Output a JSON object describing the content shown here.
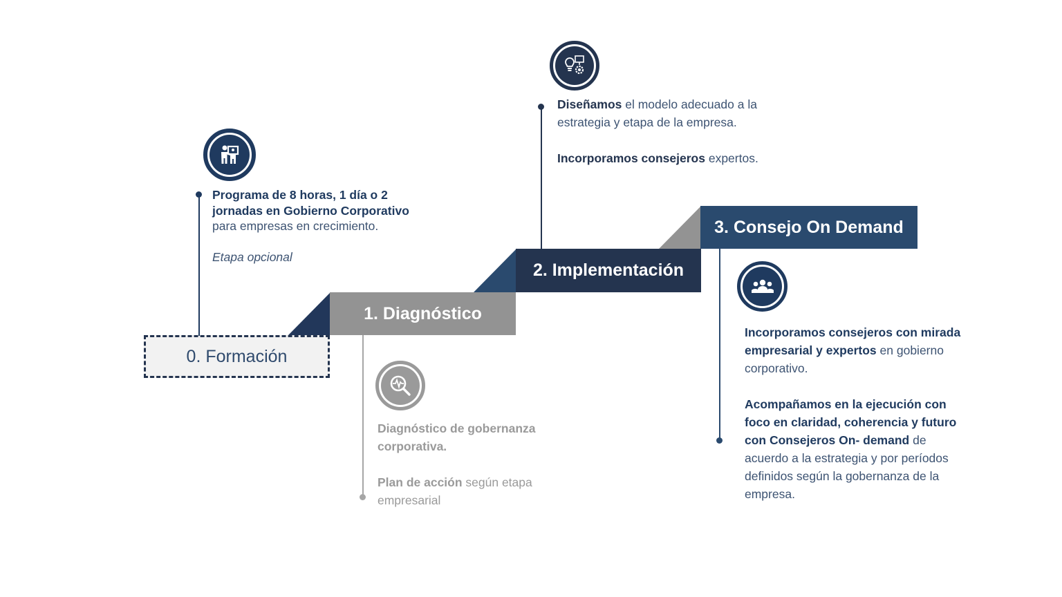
{
  "colors": {
    "navy": "#1f3a5f",
    "navy_dark": "#24344f",
    "steel": "#2a4a6e",
    "gray_box": "#939393",
    "gray_text": "#9a9a9a",
    "dashed_fill": "#f2f2f2",
    "body_text": "#3d5372"
  },
  "steps": [
    {
      "label": "0. Formación",
      "style": "dashed-outline"
    },
    {
      "label": "1. Diagnóstico",
      "style": "gray"
    },
    {
      "label": "2. Implementación",
      "style": "navy-dark"
    },
    {
      "label": "3. Consejo On Demand",
      "style": "steel-blue"
    }
  ],
  "icons": {
    "formacion": "presenter-board-icon",
    "diagnostico": "magnifier-pulse-icon",
    "implementacion": "lightbulb-gear-icon",
    "consejo": "team-group-icon"
  },
  "formacion": {
    "bold": "Programa de 8 horas, 1 día o 2 jornadas en Gobierno Corporativo",
    "rest": " para empresas en crecimiento.",
    "italic": "Etapa opcional"
  },
  "diagnostico": {
    "p1_bold": "Diagnóstico de gobernanza corporativa.",
    "p2_bold": "Plan de acción",
    "p2_rest": " según etapa empresarial"
  },
  "implementacion": {
    "p1_bold": "Diseñamos",
    "p1_rest": " el modelo adecuado a la estrategia y etapa de la empresa.",
    "p2_bold": "Incorporamos consejeros",
    "p2_rest": " expertos."
  },
  "consejo": {
    "p1_bold": "Incorporamos consejeros con mirada empresarial y expertos",
    "p1_rest": " en gobierno corporativo.",
    "p2_bold": "Acompañamos en la ejecución con foco en claridad, coherencia y futuro con Consejeros On- demand",
    "p2_rest": " de acuerdo a la estrategia y por períodos definidos según la gobernanza de la empresa."
  }
}
